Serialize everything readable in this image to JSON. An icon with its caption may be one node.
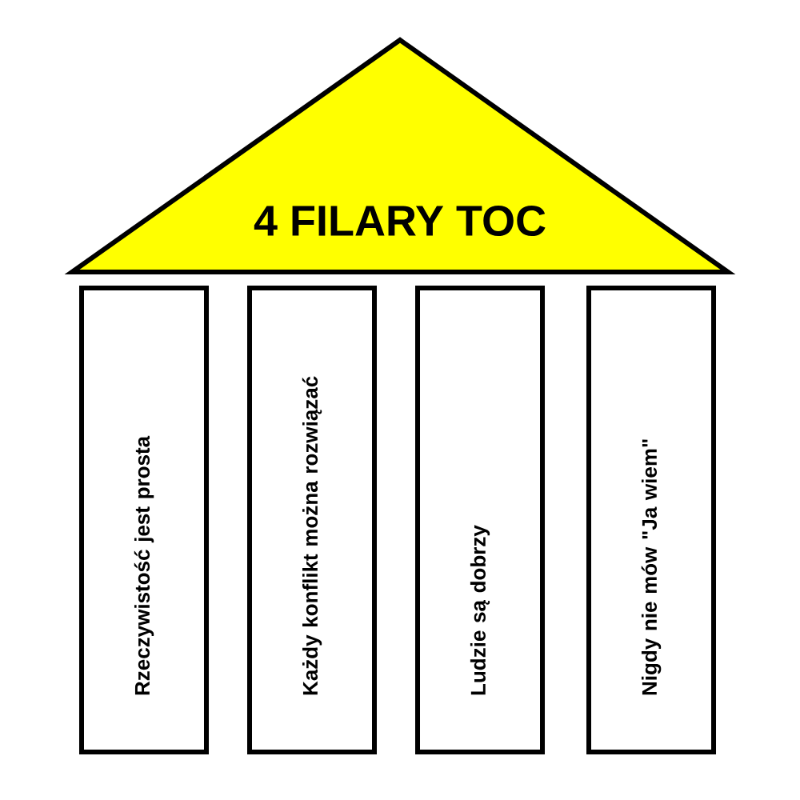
{
  "diagram": {
    "nodes": [
      {
        "text": [
          "4 FILARY TOC"
        ]
      },
      {
        "text": [
          "Rzeczywistość jest prosta"
        ]
      },
      {
        "text": [
          "Każdy konflikt można rozwiązać"
        ]
      },
      {
        "text": [
          "Ludzie są dobrzy"
        ]
      },
      {
        "text": [
          "Nigdy nie mów \"Ja wiem\""
        ]
      }
    ]
  }
}
